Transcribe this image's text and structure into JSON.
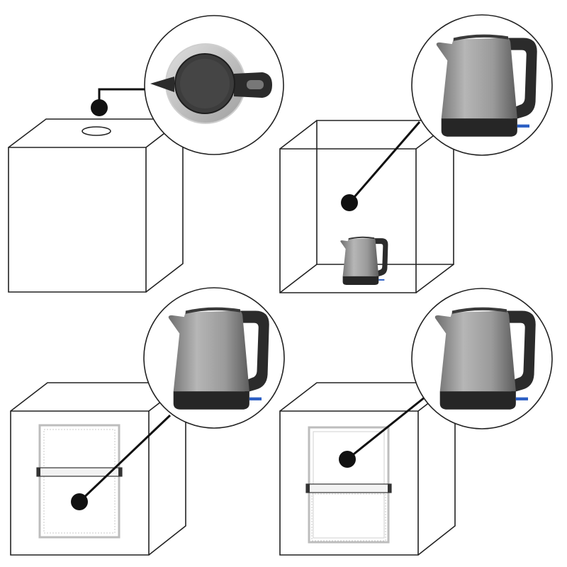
{
  "diagram": {
    "panels": [
      {
        "id": "top-left",
        "view": "top",
        "box": "closed-box-with-top-hole"
      },
      {
        "id": "top-right",
        "view": "side",
        "box": "open-wireframe-box"
      },
      {
        "id": "bottom-left",
        "view": "side",
        "box": "box-with-front-flap-closed"
      },
      {
        "id": "bottom-right",
        "view": "side",
        "box": "box-with-front-flap-open"
      }
    ],
    "icons": {
      "kettle": "kettle-icon",
      "kettle_top": "kettle-top-view-icon",
      "callout": "callout-dot-icon",
      "magnifier": "magnifier-circle"
    },
    "colors": {
      "outline": "#222222",
      "kettle_body": "#9a9a9a",
      "kettle_dark": "#2b2b2b",
      "accent_blue": "#2c5fc4",
      "background": "#ffffff"
    }
  }
}
